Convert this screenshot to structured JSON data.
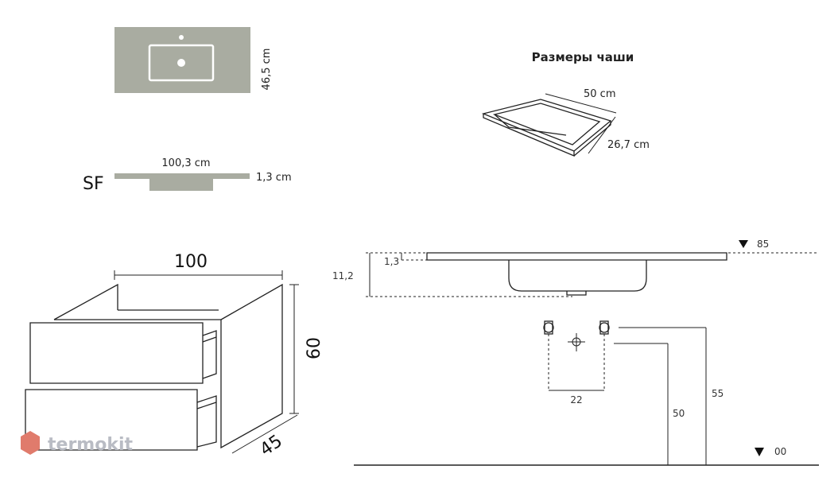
{
  "colors": {
    "countertop": "#a9aca1",
    "line": "#222222",
    "logo_text": "#b9bcc4",
    "logo_mark": "#e07b6c"
  },
  "top_view": {
    "depth_label": "46,5 cm"
  },
  "profile_view": {
    "model": "SF",
    "width_label": "100,3 cm",
    "thickness_label": "1,3 cm"
  },
  "bowl": {
    "title": "Размеры чаши",
    "length_label": "50 cm",
    "width_label": "26,7 cm"
  },
  "cabinet": {
    "width": "100",
    "height": "60",
    "depth": "45"
  },
  "elevation": {
    "top_level": "85",
    "basin_depth": "11,2",
    "slab_thickness": "1,3",
    "tap_spacing": "22",
    "drain_height": "50",
    "supply_height": "55",
    "floor_level": "00"
  },
  "logo": {
    "text": "termokit",
    "icon": "termokit-logo-icon"
  }
}
